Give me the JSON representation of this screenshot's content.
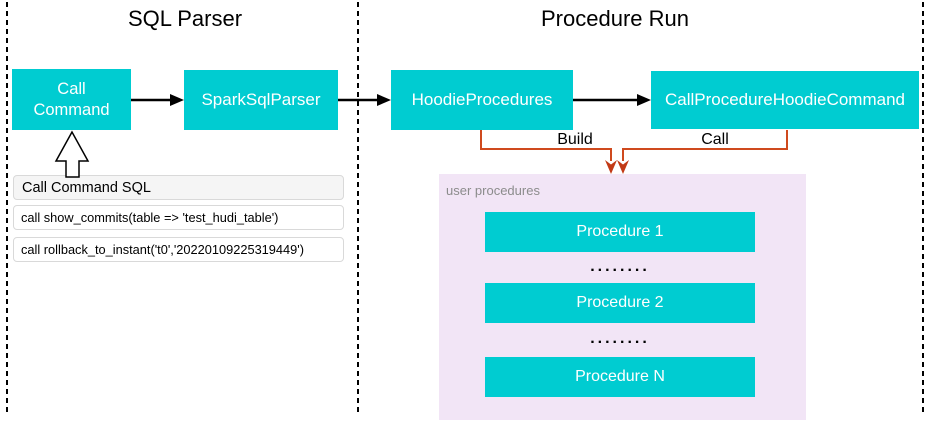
{
  "panels": {
    "sql_parser": {
      "title": "SQL Parser"
    },
    "procedure_run": {
      "title": "Procedure Run"
    }
  },
  "nodes": {
    "call_command": {
      "lines": [
        "Call",
        "Command"
      ]
    },
    "spark_sql_parser": {
      "label": "SparkSqlParser"
    },
    "hoodie_procedures": {
      "label": "HoodieProcedures"
    },
    "call_procedure_hoodie_command": {
      "label": "CallProcedureHoodieCommand"
    }
  },
  "edges": {
    "build_label": "Build",
    "call_label": "Call"
  },
  "sql_panel": {
    "title": "Call Command SQL",
    "statements": [
      "call show_commits(table => 'test_hudi_table')",
      "call rollback_to_instant('t0','20220109225319449')"
    ]
  },
  "user_procedures": {
    "label": "user procedures",
    "items": [
      "Procedure 1",
      "Procedure 2",
      "Procedure N"
    ],
    "ellipsis": "........"
  },
  "colors": {
    "node_fill": "#00CCD1",
    "node_text": "#FFFFFF",
    "container_fill": "#F2E5F6",
    "connector_orange": "#CF4A1E",
    "arrowhead_orange": "#C23A16",
    "arrow_black": "#000000",
    "muted_label": "#8C8C8C",
    "panel_border": "#D9D9D9",
    "panel_header_bg": "#F5F5F5"
  }
}
